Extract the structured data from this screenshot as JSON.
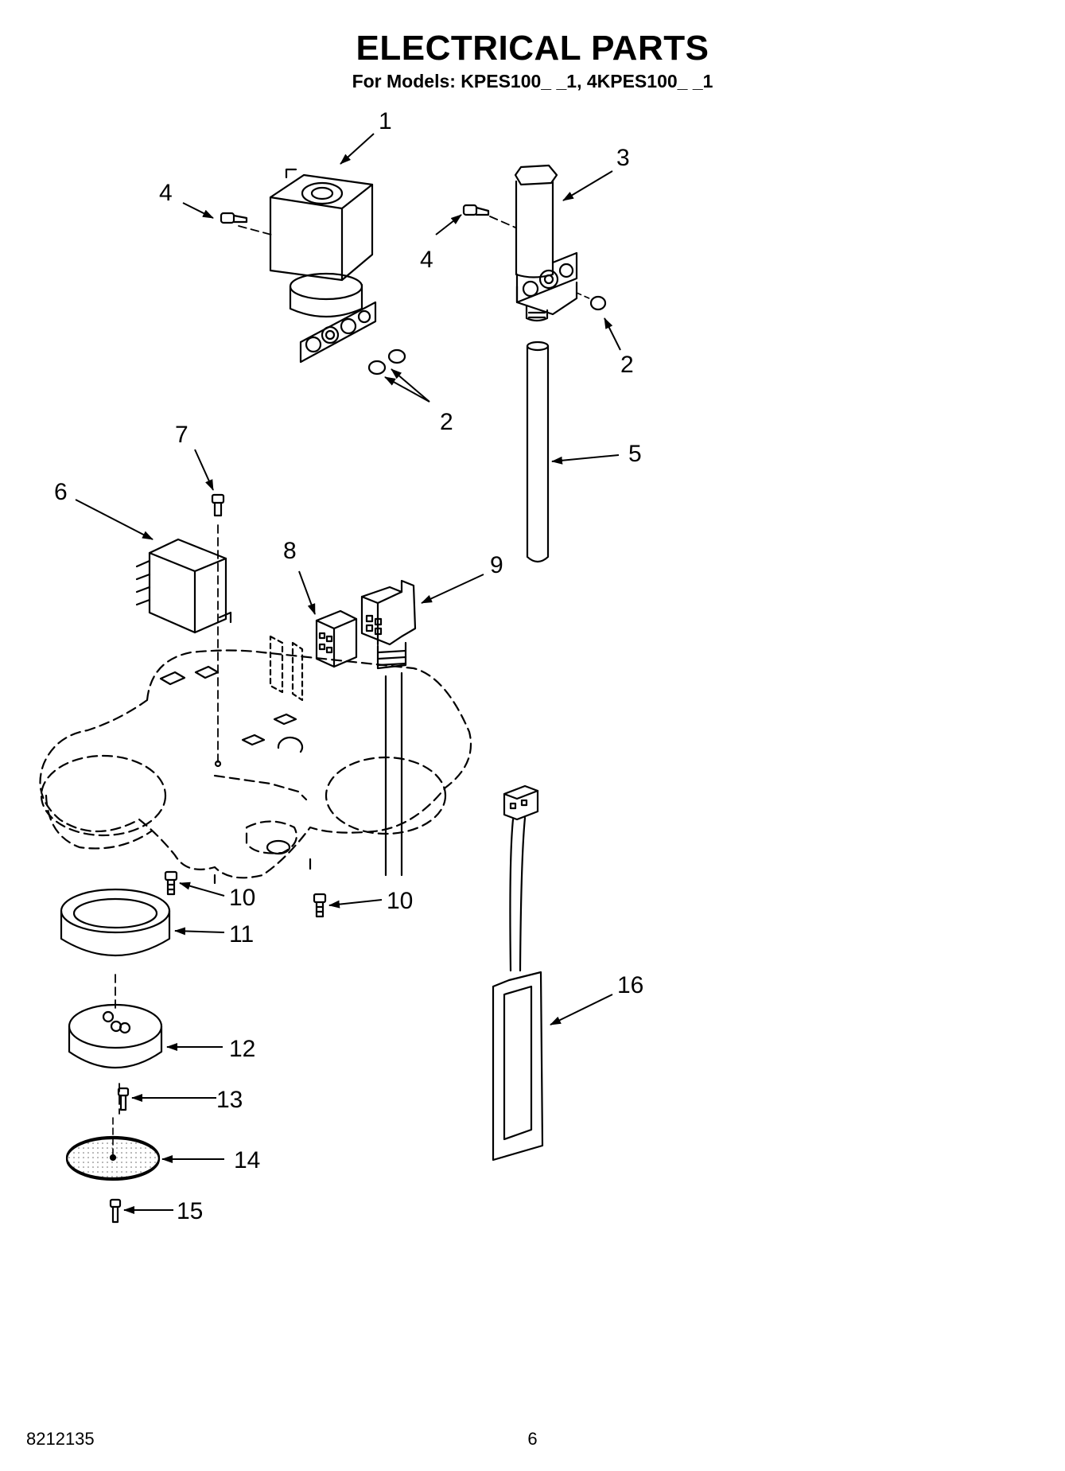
{
  "header": {
    "title": "ELECTRICAL PARTS",
    "subtitle": "For Models: KPES100_ _1, 4KPES100_ _1"
  },
  "callouts": [
    {
      "id": "c1",
      "label": "1"
    },
    {
      "id": "c2a",
      "label": "2"
    },
    {
      "id": "c2b",
      "label": "2"
    },
    {
      "id": "c3",
      "label": "3"
    },
    {
      "id": "c4a",
      "label": "4"
    },
    {
      "id": "c4b",
      "label": "4"
    },
    {
      "id": "c5",
      "label": "5"
    },
    {
      "id": "c6",
      "label": "6"
    },
    {
      "id": "c7",
      "label": "7"
    },
    {
      "id": "c8",
      "label": "8"
    },
    {
      "id": "c9",
      "label": "9"
    },
    {
      "id": "c10a",
      "label": "10"
    },
    {
      "id": "c10b",
      "label": "10"
    },
    {
      "id": "c11",
      "label": "11"
    },
    {
      "id": "c12",
      "label": "12"
    },
    {
      "id": "c13",
      "label": "13"
    },
    {
      "id": "c14",
      "label": "14"
    },
    {
      "id": "c15",
      "label": "15"
    },
    {
      "id": "c16",
      "label": "16"
    }
  ],
  "footer": {
    "doc_number": "8212135",
    "page_number": "6"
  }
}
